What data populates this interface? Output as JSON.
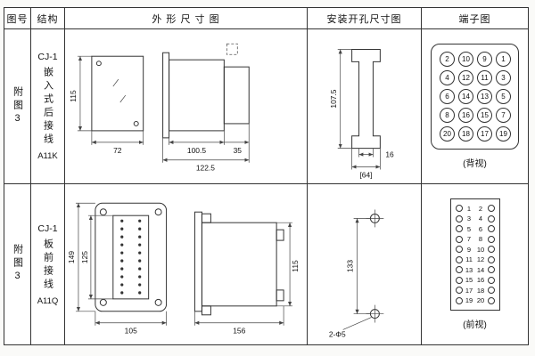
{
  "header": {
    "fig_no": "图号",
    "structure": "结构",
    "outline": "外 形 尺 寸 图",
    "mounting": "安装开孔尺寸图",
    "terminal": "端子图"
  },
  "row1": {
    "fig": "附图3",
    "model": "CJ-1",
    "struct_chars": "嵌入式后接线",
    "code": "A11K",
    "dims": {
      "height": "115",
      "width": "72",
      "body": "100.5",
      "total": "122.5",
      "rear": "35"
    },
    "mount": {
      "height": "107.5",
      "slot": "16",
      "span": "[64]"
    },
    "terminal": {
      "caption": "(背视)",
      "grid": [
        [
          2,
          10,
          9,
          1
        ],
        [
          4,
          12,
          11,
          3
        ],
        [
          6,
          14,
          13,
          5
        ],
        [
          8,
          16,
          15,
          7
        ],
        [
          20,
          18,
          17,
          19
        ]
      ]
    }
  },
  "row2": {
    "fig": "附图3",
    "model": "CJ-1",
    "struct_chars": "板前接线",
    "code": "A11Q",
    "dims": {
      "outer_h": "149",
      "inner_h": "125",
      "width": "105",
      "length": "156",
      "side_h": "115"
    },
    "mount": {
      "height": "133",
      "holes": "2-Φ5"
    },
    "terminal": {
      "caption": "(前视)",
      "pairs": [
        [
          1,
          2
        ],
        [
          3,
          4
        ],
        [
          5,
          6
        ],
        [
          7,
          8
        ],
        [
          9,
          10
        ],
        [
          11,
          12
        ],
        [
          13,
          14
        ],
        [
          15,
          16
        ],
        [
          17,
          18
        ],
        [
          19,
          20
        ]
      ]
    }
  }
}
